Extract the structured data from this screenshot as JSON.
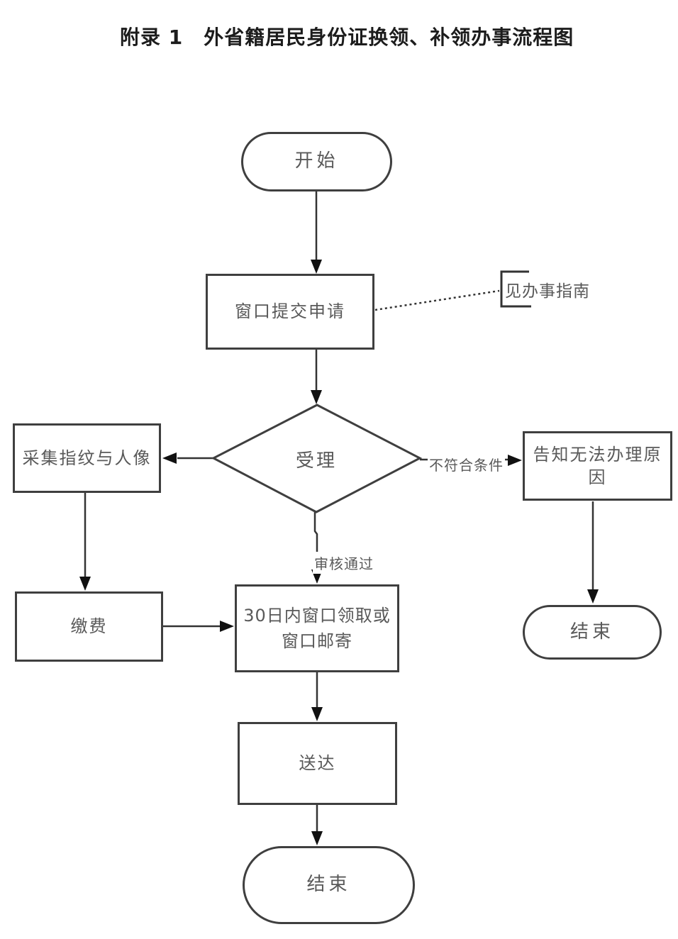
{
  "page": {
    "title": "附录 1　外省籍居民身份证换领、补领办事流程图"
  },
  "colors": {
    "background": "#ffffff",
    "node_border": "#3f3f3f",
    "node_text": "#595959",
    "line": "#333333",
    "arrowhead": "#111111",
    "title_text": "#1c1c1c"
  },
  "diagram": {
    "type": "flowchart",
    "nodes": {
      "start": {
        "shape": "stadium",
        "label": "开始"
      },
      "submit": {
        "shape": "rect",
        "label": "窗口提交申请"
      },
      "accept": {
        "shape": "diamond",
        "label": "受理"
      },
      "collect": {
        "shape": "rect",
        "label": "采集指纹与人像"
      },
      "notify": {
        "shape": "rect",
        "label": "告知无法办理原因"
      },
      "pay": {
        "shape": "rect",
        "label": "缴费"
      },
      "pickup": {
        "shape": "rect",
        "label": "30日内窗口领取或窗口邮寄"
      },
      "deliver": {
        "shape": "rect",
        "label": "送达"
      },
      "end_right": {
        "shape": "stadium",
        "label": "结束"
      },
      "end_bottom": {
        "shape": "stadium",
        "label": "结束"
      }
    },
    "edges": [
      {
        "from": "start",
        "to": "submit",
        "label": ""
      },
      {
        "from": "submit",
        "to": "accept",
        "label": ""
      },
      {
        "from": "accept",
        "to": "collect",
        "label": ""
      },
      {
        "from": "accept",
        "to": "notify",
        "label": "不符合条件"
      },
      {
        "from": "accept",
        "to": "pickup",
        "label": "审核通过"
      },
      {
        "from": "collect",
        "to": "pay",
        "label": ""
      },
      {
        "from": "pay",
        "to": "pickup",
        "label": ""
      },
      {
        "from": "pickup",
        "to": "deliver",
        "label": ""
      },
      {
        "from": "deliver",
        "to": "end_bottom",
        "label": ""
      },
      {
        "from": "notify",
        "to": "end_right",
        "label": ""
      },
      {
        "from": "submit",
        "to": "note_guide",
        "label": "",
        "style": "dotted"
      }
    ],
    "edge_labels": {
      "approve": "审核通过",
      "reject": "不符合条件"
    },
    "notes": {
      "guide": "见办事指南"
    }
  }
}
